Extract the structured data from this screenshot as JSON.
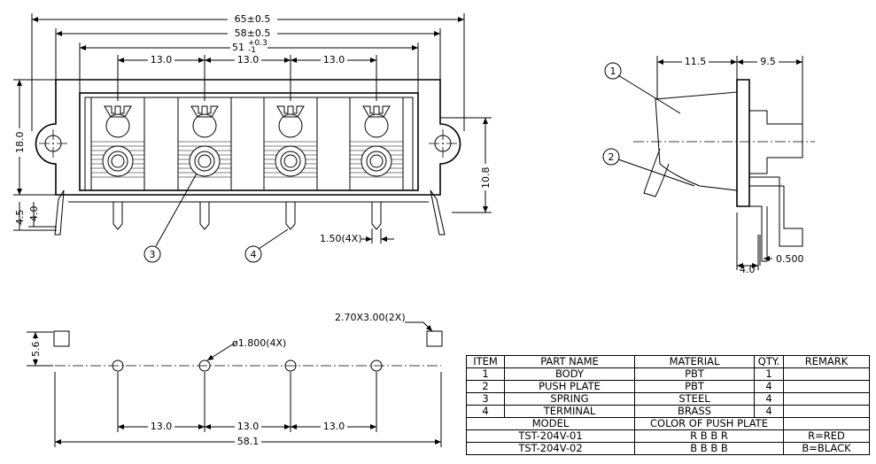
{
  "dims": {
    "overall_width": "65±0.5",
    "body_width": "58±0.5",
    "inner_width": "51",
    "inner_tol_plus": "+0.3",
    "inner_tol_minus": "-1",
    "pitch1": "13.0",
    "pitch2": "13.0",
    "pitch3": "13.0",
    "height": "18.0",
    "pin_len_a": "4.5",
    "pin_len_b": "4.0",
    "body_h": "10.8",
    "pin_width": "1.50(4X)",
    "side_a": "11.5",
    "side_b": "9.5",
    "side_pin": "4.0",
    "side_thk": "0.500",
    "pad_offset": "5.6",
    "hole_size": "2.70X3.00(2X)",
    "pin_hole": "ø1.800(4X)",
    "pcb_pitch1": "13.0",
    "pcb_pitch2": "13.0",
    "pcb_pitch3": "13.0",
    "pcb_total": "58.1"
  },
  "balloons": {
    "b1": "1",
    "b2": "2",
    "b3": "3",
    "b4": "4"
  },
  "bom": {
    "headers": [
      "ITEM",
      "PART NAME",
      "MATERIAL",
      "QTY.",
      "REMARK"
    ],
    "rows": [
      {
        "item": "1",
        "name": "BODY",
        "material": "PBT",
        "qty": "1"
      },
      {
        "item": "2",
        "name": "PUSH PLATE",
        "material": "PBT",
        "qty": "4"
      },
      {
        "item": "3",
        "name": "SPRING",
        "material": "STEEL",
        "qty": "4"
      },
      {
        "item": "4",
        "name": "TERMINAL",
        "material": "BRASS",
        "qty": "4"
      }
    ],
    "model_header": "MODEL",
    "color_header": "COLOR OF PUSH PLATE",
    "models": [
      {
        "model": "TST-204V-01",
        "color": "R B B R",
        "remark": "R=RED"
      },
      {
        "model": "TST-204V-02",
        "color": "B B B B",
        "remark": "B=BLACK"
      }
    ]
  }
}
